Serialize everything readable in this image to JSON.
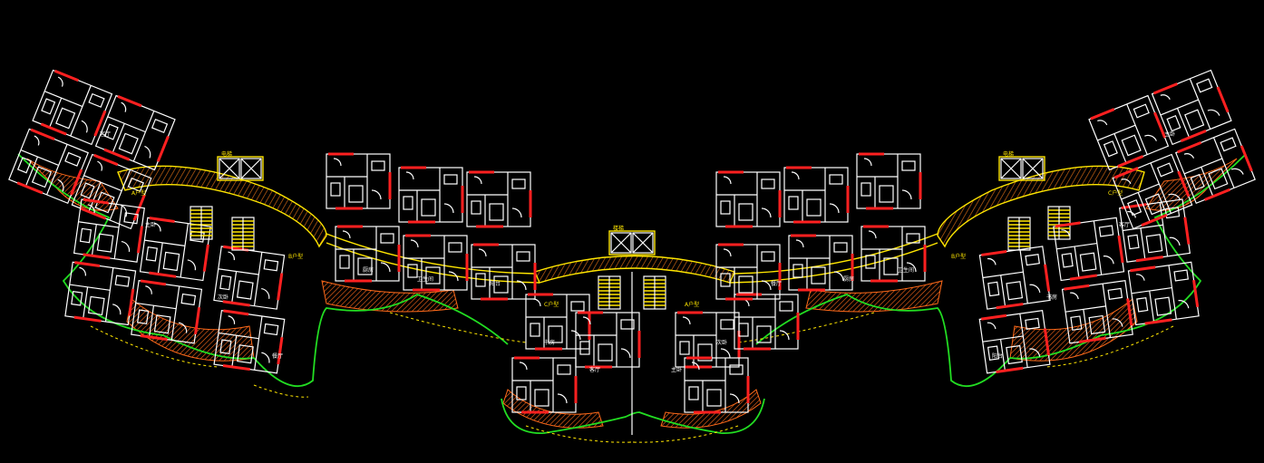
{
  "drawing": {
    "colors": {
      "background": "#000000",
      "wall": "#ffffff",
      "window": "#ff2020",
      "corridor": "#ffe600",
      "landscape": "#22dd22",
      "hatch": "#ff6a1a"
    },
    "unit_labels": [
      {
        "text": "客厅"
      },
      {
        "text": "主卧"
      },
      {
        "text": "次卧"
      },
      {
        "text": "餐厅"
      },
      {
        "text": "厨房"
      },
      {
        "text": "卫生间"
      },
      {
        "text": "阳台"
      },
      {
        "text": "书房"
      }
    ],
    "core_labels": [
      {
        "text": "电梯"
      },
      {
        "text": "楼梯"
      }
    ],
    "unit_type_labels": [
      {
        "text": "A户型"
      },
      {
        "text": "B户型"
      },
      {
        "text": "C户型"
      }
    ]
  }
}
